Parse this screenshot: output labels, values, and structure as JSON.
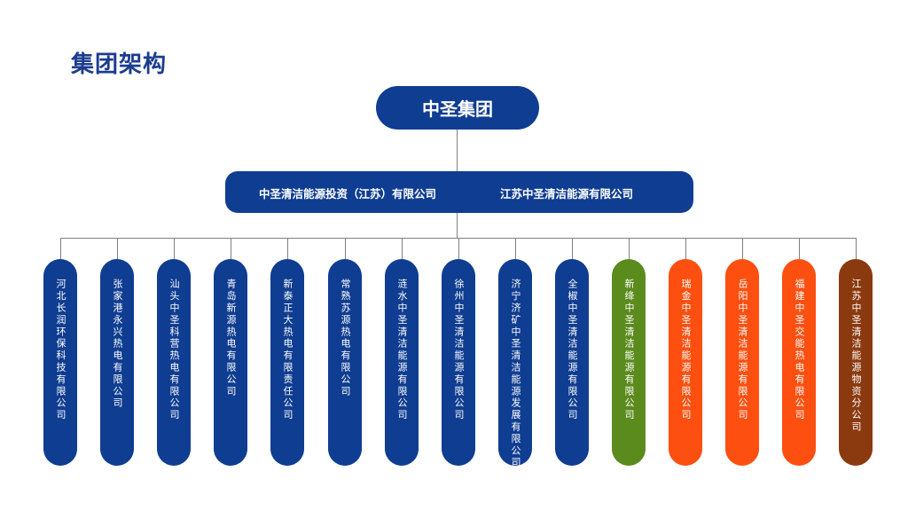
{
  "page_title": "集团架构",
  "root": {
    "label": "中圣集团"
  },
  "middle": {
    "left_label": "中圣清洁能源投资（江苏）有限公司",
    "right_label": "江苏中圣清洁能源有限公司"
  },
  "colors": {
    "navy": "#0f3d91",
    "green": "#5b8a1d",
    "orange": "#fc4f10",
    "brown": "#8b3a0f",
    "title": "#1b3d8f",
    "line": "#808080"
  },
  "subsidiaries": [
    {
      "label": "河北长润环保科技有限公司",
      "color": "#0f3d91"
    },
    {
      "label": "张家港永兴热电有限公司",
      "color": "#0f3d91"
    },
    {
      "label": "汕头中圣科营热电有限公司",
      "color": "#0f3d91"
    },
    {
      "label": "青岛新源热电有限公司",
      "color": "#0f3d91"
    },
    {
      "label": "新泰正大热电有限责任公司",
      "color": "#0f3d91"
    },
    {
      "label": "常熟苏源热电有限公司",
      "color": "#0f3d91"
    },
    {
      "label": "涟水中圣清洁能源有限公司",
      "color": "#0f3d91"
    },
    {
      "label": "徐州中圣清洁能源有限公司",
      "color": "#0f3d91"
    },
    {
      "label": "济宁济矿中圣清洁能源发展有限公司",
      "color": "#0f3d91"
    },
    {
      "label": "全椒中圣清洁能源有限公司",
      "color": "#0f3d91"
    },
    {
      "label": "新绛中圣清洁能源有限公司",
      "color": "#5b8a1d"
    },
    {
      "label": "瑞金中圣清洁能源有限公司",
      "color": "#fc4f10"
    },
    {
      "label": "岳阳中圣清洁能源有限公司",
      "color": "#fc4f10"
    },
    {
      "label": "福建中圣交能热电有限公司",
      "color": "#fc4f10"
    },
    {
      "label": "江苏中圣清洁能源物资分公司",
      "color": "#8b3a0f"
    }
  ]
}
